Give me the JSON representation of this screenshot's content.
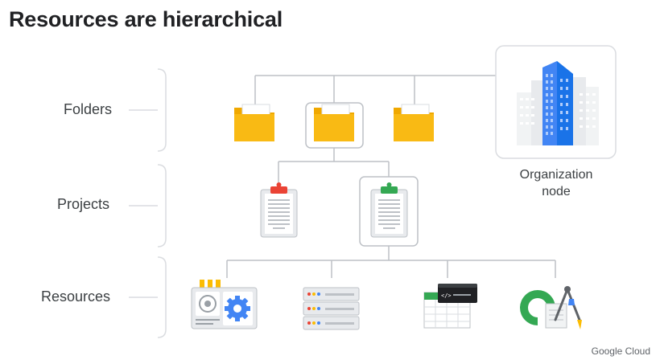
{
  "title": "Resources are hierarchical",
  "levels": {
    "folders": "Folders",
    "projects": "Projects",
    "resources": "Resources"
  },
  "org_node": {
    "line1": "Organization",
    "line2": "node"
  },
  "footer": "Google Cloud",
  "colors": {
    "folder": "#f9ba14",
    "folder_dark": "#f0a800",
    "building_blue": "#4285f4",
    "building_grey": "#dadce0",
    "clip_red": "#ea4335",
    "clip_green": "#34a853",
    "gear_blue": "#4285f4",
    "line": "#bdc1c6"
  },
  "icons": {
    "folders": [
      "folder-icon",
      "folder-icon",
      "folder-icon"
    ],
    "projects": [
      "clipboard-icon",
      "clipboard-icon"
    ],
    "resources": [
      "compute-settings-icon",
      "server-rack-icon",
      "code-spreadsheet-icon",
      "design-tools-icon"
    ],
    "org": "building-icon"
  }
}
